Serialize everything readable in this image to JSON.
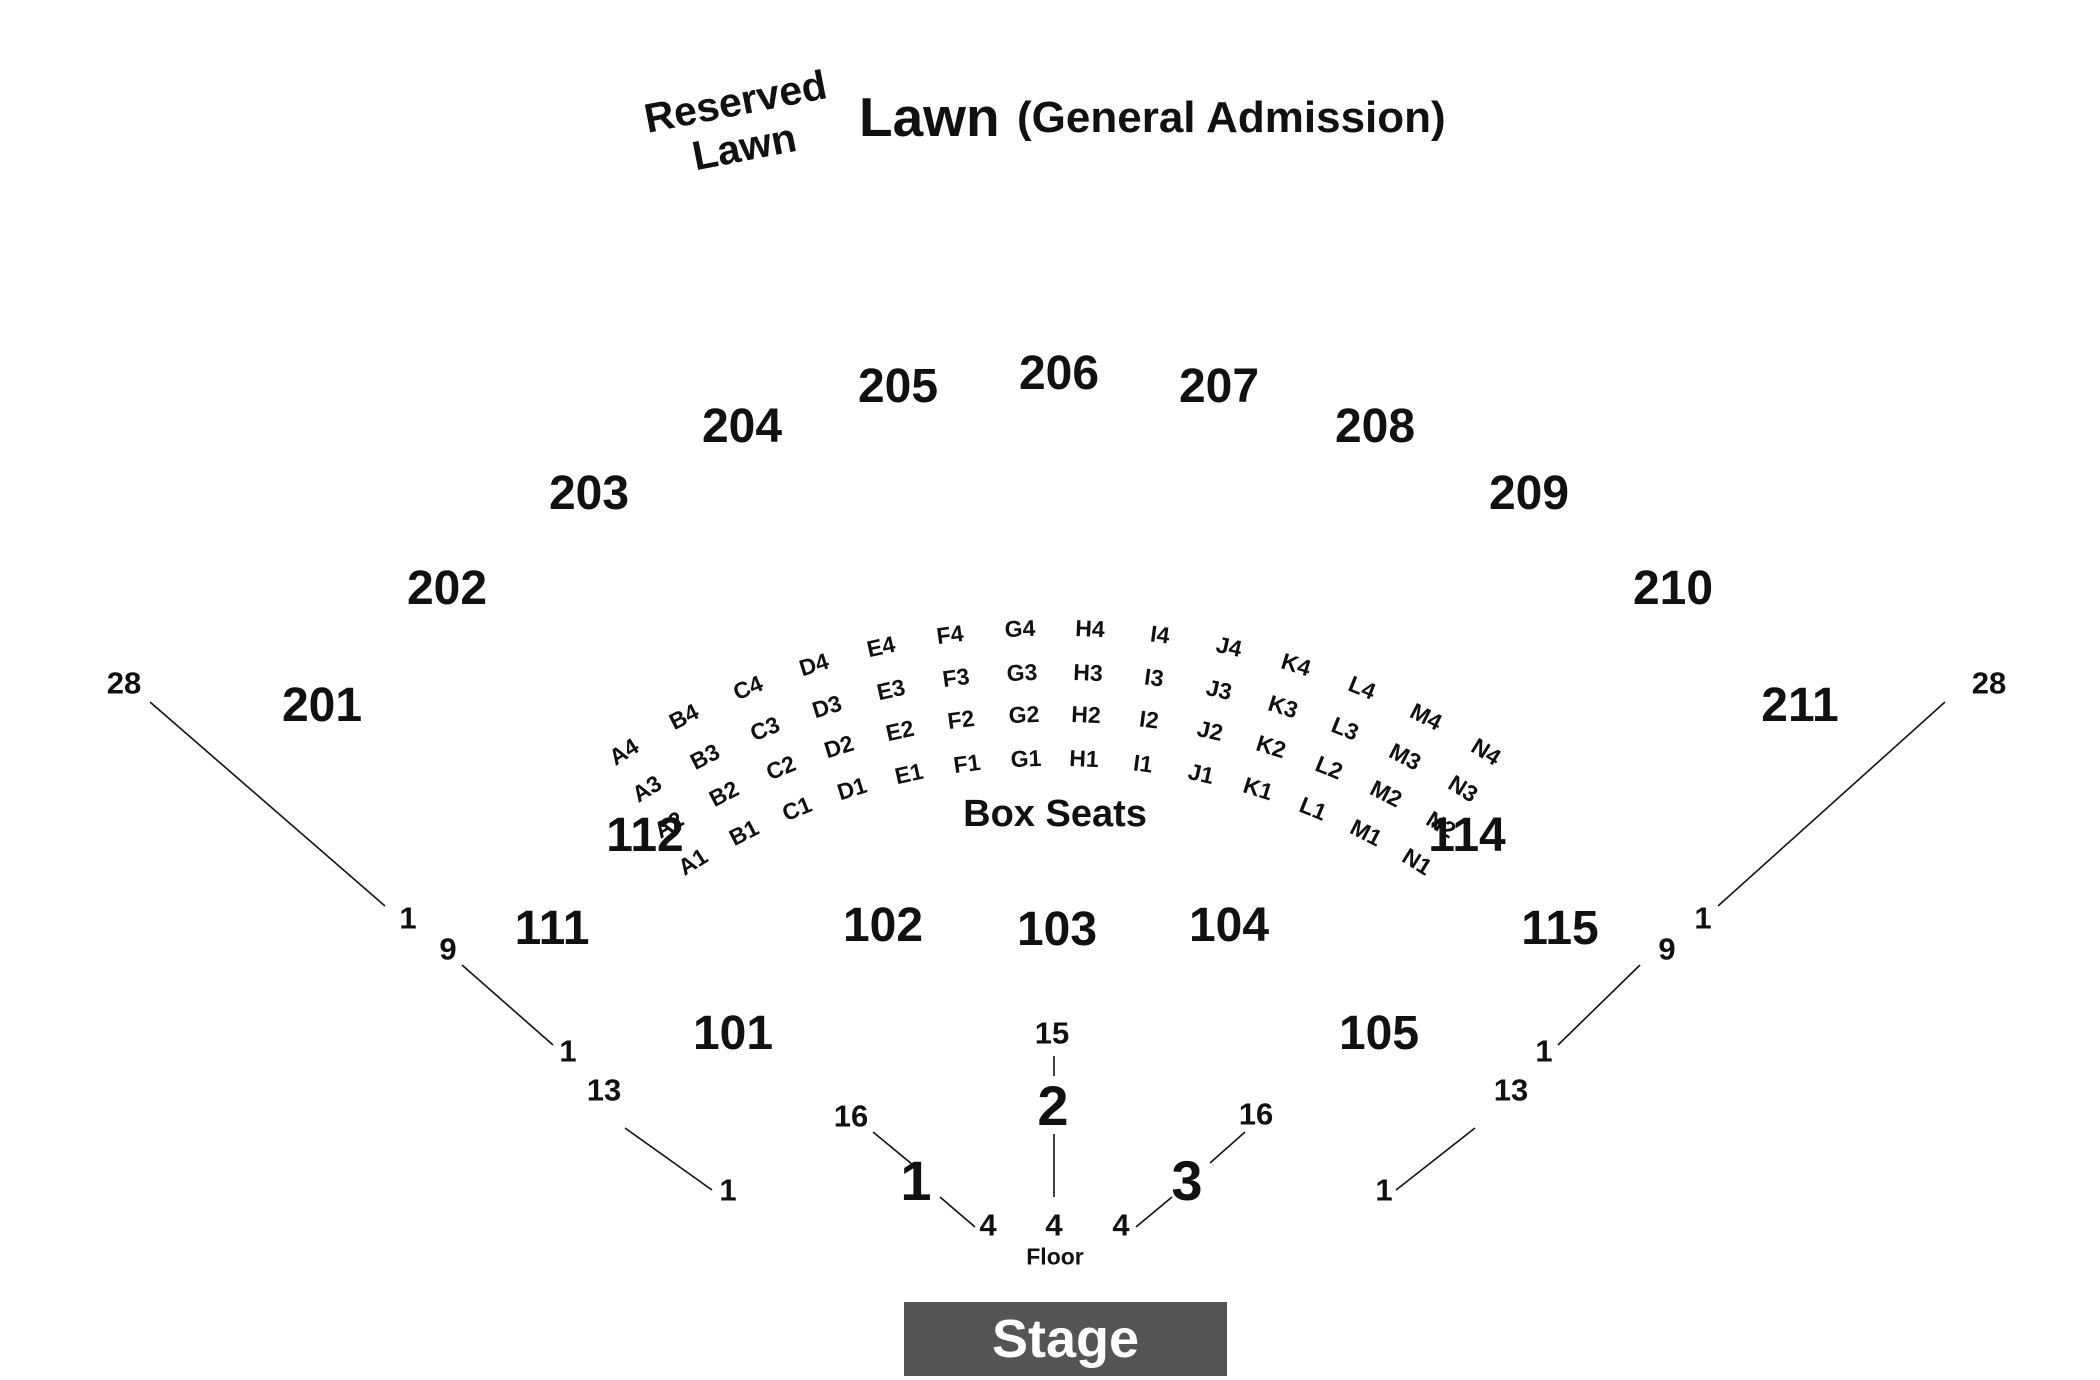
{
  "header": {
    "lawn": "Lawn",
    "lawn_sub": "(General Admission)",
    "reserved_lawn": [
      "Reserved",
      "Lawn"
    ]
  },
  "upper_sections": [
    "201",
    "202",
    "203",
    "204",
    "205",
    "206",
    "207",
    "208",
    "209",
    "210",
    "211"
  ],
  "lower_sections": [
    "101",
    "102",
    "103",
    "104",
    "105",
    "111",
    "112",
    "114",
    "115"
  ],
  "box_seats": {
    "label": "Box Seats",
    "rows": [
      [
        "A4",
        "B4",
        "C4",
        "D4",
        "E4",
        "F4",
        "G4",
        "H4",
        "I4",
        "J4",
        "K4",
        "L4",
        "M4",
        "N4"
      ],
      [
        "A3",
        "B3",
        "C3",
        "D3",
        "E3",
        "F3",
        "G3",
        "H3",
        "I3",
        "J3",
        "K3",
        "L3",
        "M3",
        "N3"
      ],
      [
        "A2",
        "B2",
        "C2",
        "D2",
        "E2",
        "F2",
        "G2",
        "H2",
        "I2",
        "J2",
        "K2",
        "L2",
        "M2",
        "N2"
      ],
      [
        "A1",
        "B1",
        "C1",
        "D1",
        "E1",
        "F1",
        "G1",
        "H1",
        "I1",
        "J1",
        "K1",
        "L1",
        "M1",
        "N1"
      ]
    ]
  },
  "floor": {
    "label": "Floor",
    "sections": [
      "1",
      "2",
      "3"
    ],
    "row_numbers": {
      "s1": [
        "16",
        "4"
      ],
      "s2": [
        "15",
        "4"
      ],
      "s3": [
        "16",
        "4"
      ]
    }
  },
  "side_rows": {
    "left": [
      "28",
      "1",
      "9",
      "1",
      "13",
      "1"
    ],
    "right": [
      "28",
      "1",
      "9",
      "1",
      "13",
      "1"
    ]
  },
  "stage": "Stage"
}
